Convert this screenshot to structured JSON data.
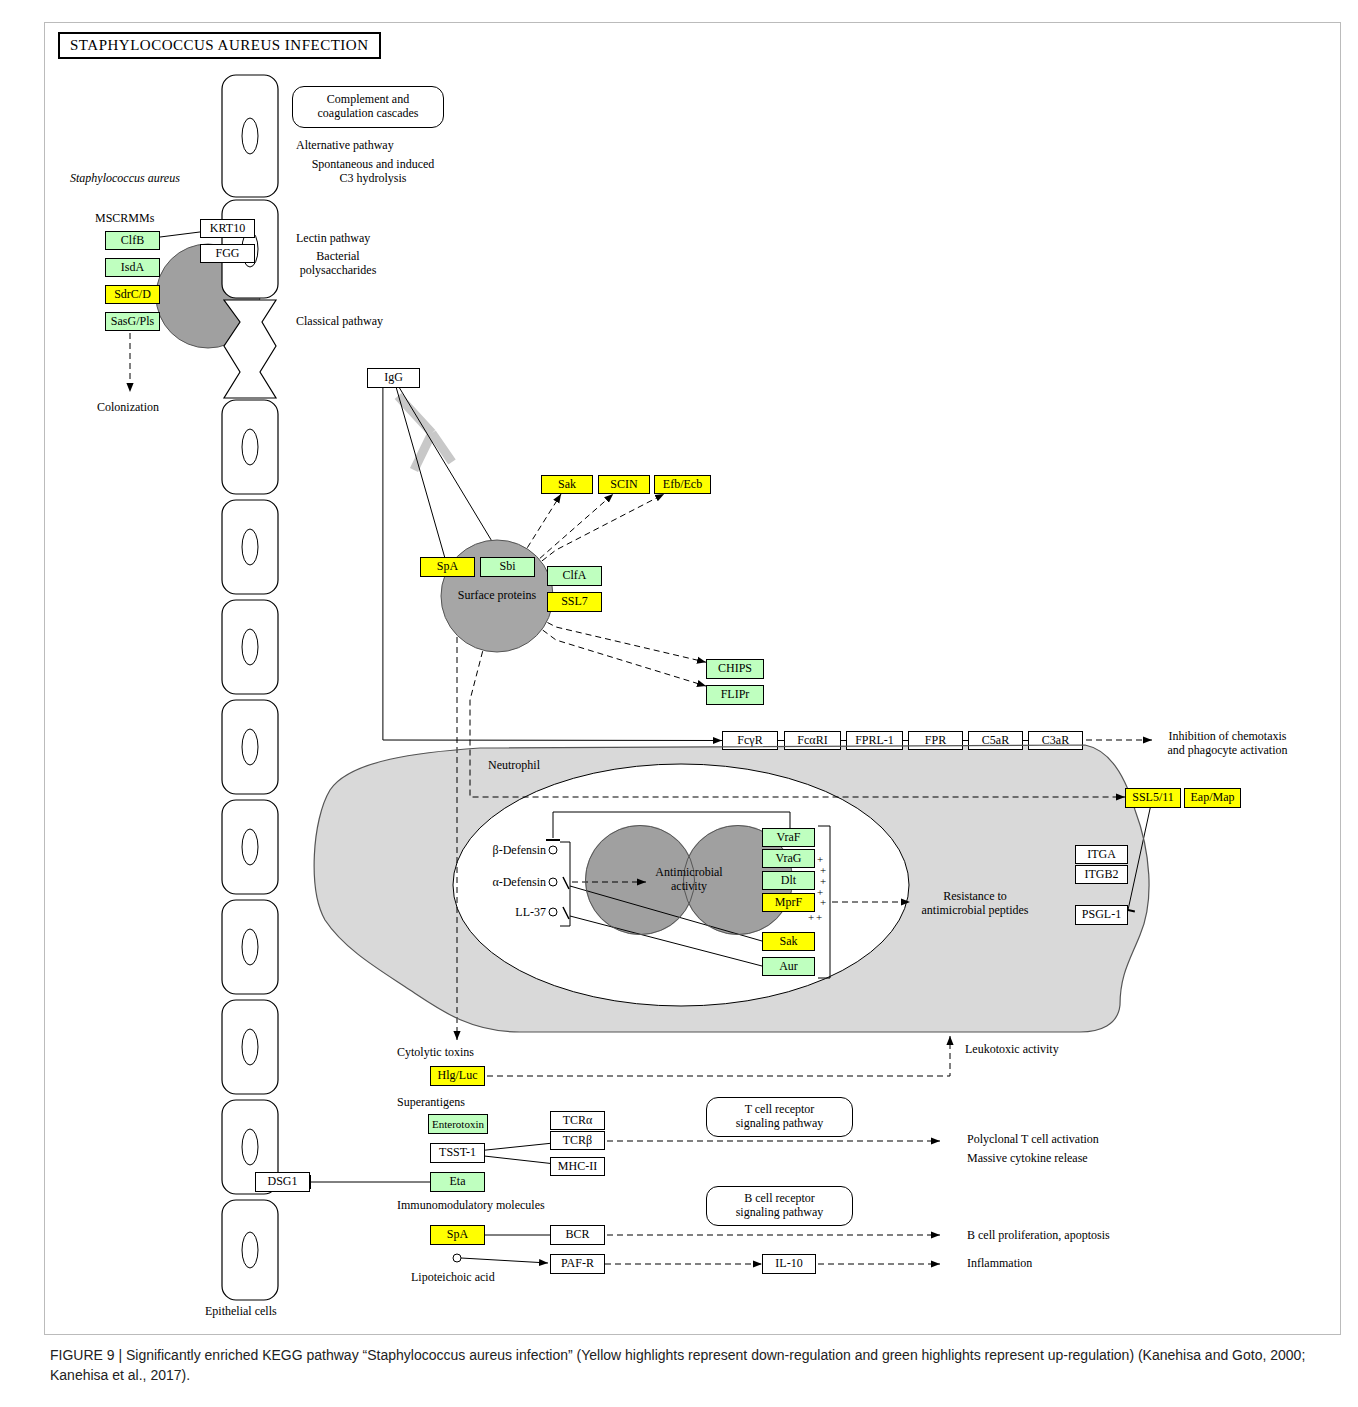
{
  "diagram": {
    "title": "STAPHYLOCOCCUS AUREUS INFECTION",
    "caption": "FIGURE 9 | Significantly enriched KEGG pathway “Staphylococcus aureus infection” (Yellow highlights represent down-regulation and green highlights represent up-regulation) (Kanehisa and Goto, 2000; Kanehisa et al., 2017).",
    "nodes": [
      {
        "text": [
          "Complement and coagulation cascades"
        ]
      },
      {
        "text": [
          "KRT10"
        ]
      },
      {
        "text": [
          "FGG"
        ]
      },
      {
        "text": [
          "ClfB"
        ]
      },
      {
        "text": [
          "IsdA"
        ]
      },
      {
        "text": [
          "SdrC/D"
        ]
      },
      {
        "text": [
          "SasG/Pls"
        ]
      },
      {
        "text": [
          "IgG"
        ]
      },
      {
        "text": [
          "Sak"
        ]
      },
      {
        "text": [
          "SCIN"
        ]
      },
      {
        "text": [
          "Efb/Ecb"
        ]
      },
      {
        "text": [
          "Surface proteins"
        ]
      },
      {
        "text": [
          "SpA"
        ]
      },
      {
        "text": [
          "Sbi"
        ]
      },
      {
        "text": [
          "ClfA"
        ]
      },
      {
        "text": [
          "SSL7"
        ]
      },
      {
        "text": [
          "CHIPS"
        ]
      },
      {
        "text": [
          "FLIPr"
        ]
      },
      {
        "text": [
          "FcγR"
        ]
      },
      {
        "text": [
          "FcαRI"
        ]
      },
      {
        "text": [
          "FPRL-1"
        ]
      },
      {
        "text": [
          "FPR"
        ]
      },
      {
        "text": [
          "C5aR"
        ]
      },
      {
        "text": [
          "C3aR"
        ]
      },
      {
        "text": [
          "Neutrophil"
        ]
      },
      {
        "text": [
          "SSL5/11"
        ]
      },
      {
        "text": [
          "Eap/Map"
        ]
      },
      {
        "text": [
          "ITGA"
        ],
        "in": 24
      },
      {
        "text": [
          "ITGB2"
        ],
        "in": 24
      },
      {
        "text": [
          "Antimicrobial activity"
        ],
        "in": 24
      },
      {
        "text": [
          "VraF"
        ],
        "in": 24
      },
      {
        "text": [
          "VraG"
        ],
        "in": 24
      },
      {
        "text": [
          "Dlt"
        ],
        "in": 24
      },
      {
        "text": [
          "MprF"
        ],
        "in": 24
      },
      {
        "text": [
          "PSGL-1"
        ],
        "in": 24
      },
      {
        "text": [
          "Sak"
        ],
        "in": 24
      },
      {
        "text": [
          "Aur"
        ],
        "in": 24
      },
      {
        "text": [
          "Hlg/Luc"
        ]
      },
      {
        "text": [
          "Enterotoxin"
        ]
      },
      {
        "text": [
          "TCRα"
        ]
      },
      {
        "text": [
          "TCRβ"
        ]
      },
      {
        "text": [
          "TSST-1"
        ]
      },
      {
        "text": [
          "MHC-II"
        ]
      },
      {
        "text": [
          "T cell receptor signaling pathway"
        ]
      },
      {
        "text": [
          "DSG1"
        ]
      },
      {
        "text": [
          "Eta"
        ]
      },
      {
        "text": [
          "B cell receptor signaling pathway"
        ]
      },
      {
        "text": [
          "SpA"
        ]
      },
      {
        "text": [
          "BCR"
        ]
      },
      {
        "text": [
          "PAF-R"
        ]
      },
      {
        "text": [
          "IL-10"
        ]
      }
    ],
    "edges": [
      {
        "from": 3,
        "to": 1,
        "arrow": "none"
      },
      {
        "from": 7,
        "to": 12,
        "arrow": "none"
      },
      {
        "from": 7,
        "to": 13,
        "arrow": "none"
      },
      {
        "from": 7,
        "to": 18,
        "arrow": "to"
      },
      {
        "from": 11,
        "to": 8,
        "arrow": "to"
      },
      {
        "from": 11,
        "to": 9,
        "arrow": "to"
      },
      {
        "from": 11,
        "to": 10,
        "arrow": "to"
      },
      {
        "from": 11,
        "to": 16,
        "arrow": "to"
      },
      {
        "from": 11,
        "to": 17,
        "arrow": "to"
      },
      {
        "from": 11,
        "to": 25,
        "arrow": "to"
      },
      {
        "from": 18,
        "to": 19,
        "arrow": "none"
      },
      {
        "from": 19,
        "to": 20,
        "arrow": "none"
      },
      {
        "from": 20,
        "to": 21,
        "arrow": "none"
      },
      {
        "from": 21,
        "to": 22,
        "arrow": "none"
      },
      {
        "from": 22,
        "to": 23,
        "arrow": "none"
      },
      {
        "from": 25,
        "to": 34,
        "arrow": "to"
      },
      {
        "from": 41,
        "to": 40,
        "arrow": "none"
      },
      {
        "from": 41,
        "to": 42,
        "arrow": "none"
      },
      {
        "from": 45,
        "to": 44,
        "arrow": "to"
      },
      {
        "from": 47,
        "to": 48,
        "arrow": "none"
      },
      {
        "from": 49,
        "to": 50,
        "arrow": "to"
      }
    ],
    "labels": [
      "Staphylococcus aureus",
      "MSCRMMs",
      "Colonization",
      "Alternative pathway",
      "Spontaneous and induced C3 hydrolysis",
      "Lectin pathway",
      "Bacterial polysaccharides",
      "Classical pathway",
      "Inhibition of chemotaxis and phagocyte activation",
      "β-Defensin",
      "α-Defensin",
      "LL-37",
      "Resistance to antimicrobial peptides",
      "Cytolytic toxins",
      "Leukotoxic activity",
      "Superantigens",
      "Polyclonal T cell activation",
      "Massive cytokine release",
      "Immunomodulatory molecules",
      "B cell proliferation, apoptosis",
      "Lipoteichoic acid",
      "Inflammation",
      "Epithelial cells",
      "+",
      "+",
      "+",
      "+",
      "+",
      "+",
      "+"
    ]
  }
}
